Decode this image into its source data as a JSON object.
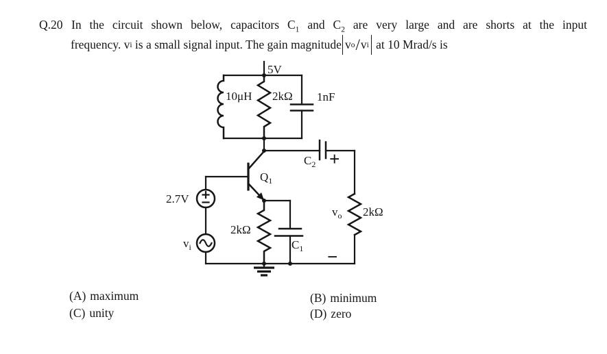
{
  "question": {
    "number": "Q.20",
    "line1": {
      "t1": "In the circuit shown below, capacitors C",
      "s1": "1",
      "t2": " and C",
      "s2": "2",
      "t3": " are very large and are shorts at the input"
    },
    "line2": {
      "t1": "frequency. v",
      "s1": "i",
      "t2": " is a small signal input. The gain magnitude",
      "mv1": "v",
      "ms1": "o",
      "slash": "/",
      "mv2": "v",
      "ms2": "i",
      "t3": " at 10 Mrad/s is"
    }
  },
  "circuit": {
    "supply_label": "5V",
    "inductor_label": "10μH",
    "tank_resistor_label": "2kΩ",
    "tank_capacitor_label": "1nF",
    "coupling_capacitor": {
      "base": "C",
      "sub": "2"
    },
    "plus_sign": "+",
    "minus_sign": "−",
    "transistor": {
      "base": "Q",
      "sub": "1"
    },
    "bias_source_label": "2.7V",
    "input_source": {
      "base": "v",
      "sub": "i"
    },
    "emitter_resistor_label": "2kΩ",
    "bypass_capacitor": {
      "base": "C",
      "sub": "1"
    },
    "output_voltage": {
      "base": "v",
      "sub": "o"
    },
    "load_resistor_label": "2kΩ"
  },
  "options": {
    "a": {
      "label": "(A)",
      "text": "maximum"
    },
    "b": {
      "label": "(B)",
      "text": "minimum"
    },
    "c": {
      "label": "(C)",
      "text": "unity"
    },
    "d": {
      "label": "(D)",
      "text": "zero"
    }
  }
}
